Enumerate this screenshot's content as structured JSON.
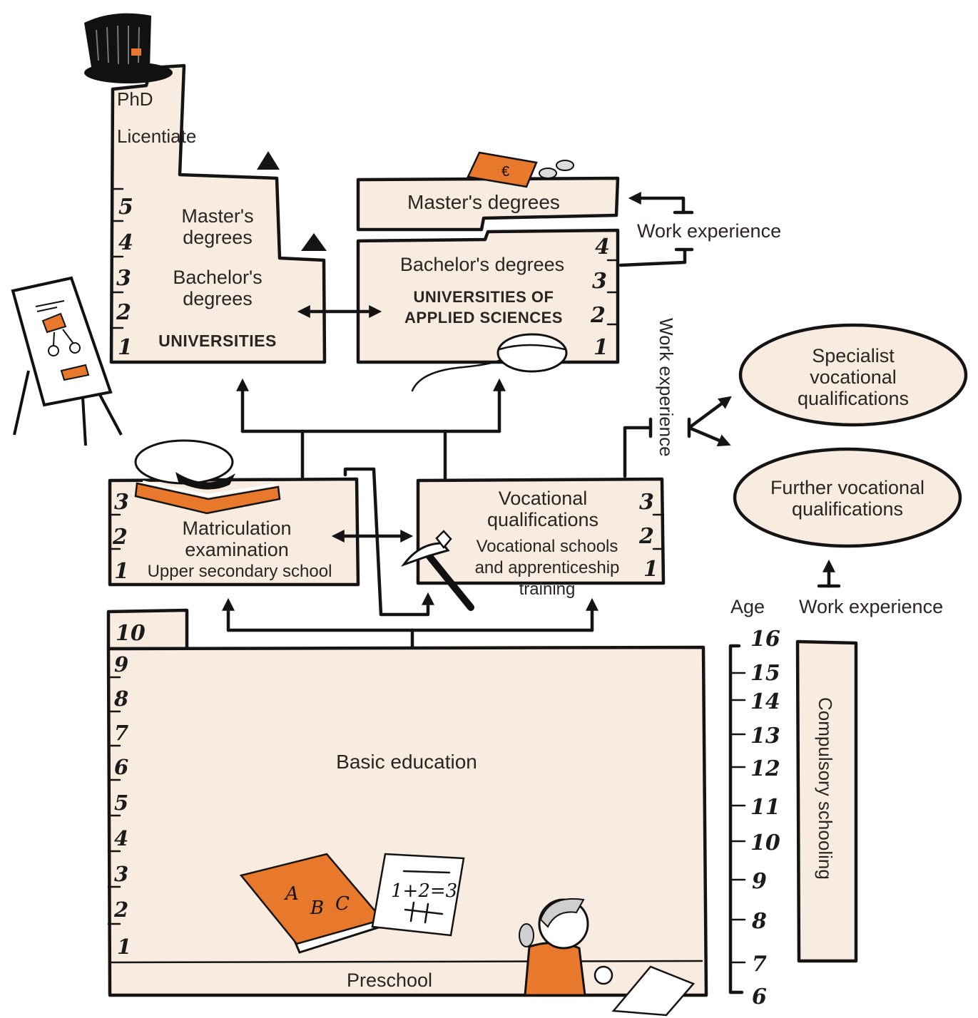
{
  "universities": {
    "phd": "PhD",
    "licentiate": "Licentiate",
    "masters": [
      "Master's",
      "degrees"
    ],
    "bachelors": [
      "Bachelor's",
      "degrees"
    ],
    "name": "UNIVERSITIES",
    "years": [
      "5",
      "4",
      "3",
      "2",
      "1"
    ]
  },
  "uas": {
    "masters": "Master's degrees",
    "bachelors": "Bachelor's degrees",
    "name": [
      "UNIVERSITIES OF",
      "APPLIED SCIENCES"
    ],
    "years": [
      "4",
      "3",
      "2",
      "1"
    ]
  },
  "work_experience": {
    "top": "Work experience",
    "vertical": "Work experience",
    "bottom": "Work experience"
  },
  "specialist": [
    "Specialist",
    "vocational",
    "qualifications"
  ],
  "further": [
    "Further vocational",
    "qualifications"
  ],
  "upper_secondary": {
    "exam": [
      "Matriculation",
      "examination"
    ],
    "school": "Upper secondary school",
    "years": [
      "3",
      "2",
      "1"
    ]
  },
  "vocational": {
    "qualifications": [
      "Vocational",
      "qualifications"
    ],
    "schools": [
      "Vocational schools",
      "and apprenticeship",
      "training"
    ],
    "years": [
      "3",
      "2",
      "1"
    ]
  },
  "basic": {
    "label": "Basic education",
    "preschool": "Preschool",
    "grade10": "10",
    "grades": [
      "9",
      "8",
      "7",
      "6",
      "5",
      "4",
      "3",
      "2",
      "1"
    ]
  },
  "age": {
    "label": "Age",
    "values": [
      "16",
      "15",
      "14",
      "13",
      "12",
      "11",
      "10",
      "9",
      "8",
      "7",
      "6"
    ]
  },
  "compulsory": "Compulsory schooling",
  "illustrations": {
    "math": "1+2=3",
    "book_letters": [
      "A",
      "B",
      "C"
    ],
    "banknote": "€"
  },
  "colors": {
    "box_fill": "#f8ebdf",
    "accent": "#e8782b",
    "ink": "#141414"
  }
}
